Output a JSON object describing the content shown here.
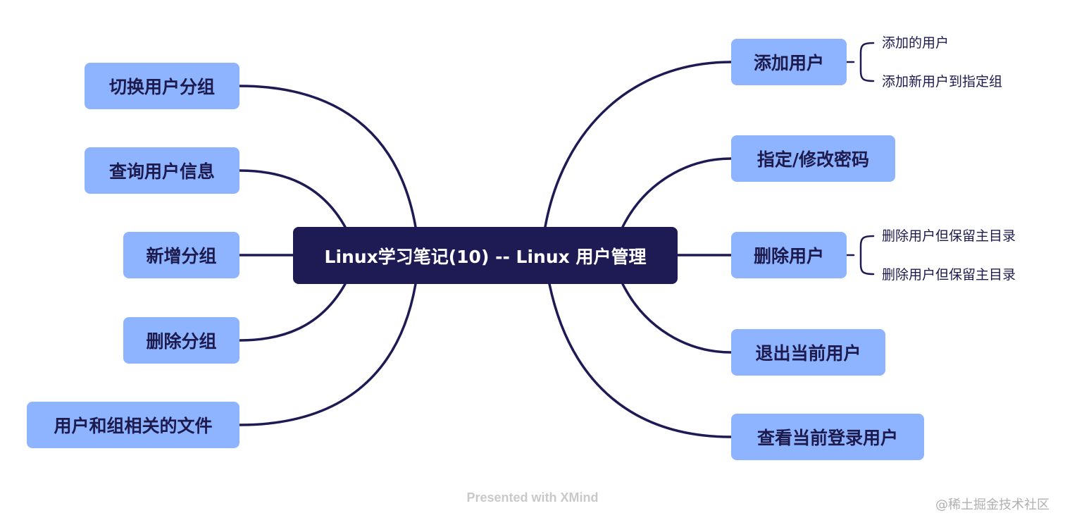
{
  "central_topic": "Linux学习笔记(10) -- Linux 用户管理",
  "left_topics": [
    "切换用户分组",
    "查询用户信息",
    "新增分组",
    "删除分组",
    "用户和组相关的文件"
  ],
  "right_topics": [
    {
      "label": "添加用户",
      "children": [
        "添加的用户",
        "添加新用户到指定组"
      ]
    },
    {
      "label": "指定/修改密码",
      "children": []
    },
    {
      "label": "删除用户",
      "children": [
        "删除用户但保留主目录",
        "删除用户但保留主目录"
      ]
    },
    {
      "label": "退出当前用户",
      "children": []
    },
    {
      "label": "查看当前登录用户",
      "children": []
    }
  ],
  "footer": "Presented with XMind",
  "watermark": "@稀土掘金技术社区",
  "colors": {
    "central_bg": "#1d1a54",
    "topic_bg": "#8fb4ff",
    "line": "#1d1a54",
    "text": "#1d1a4d"
  }
}
